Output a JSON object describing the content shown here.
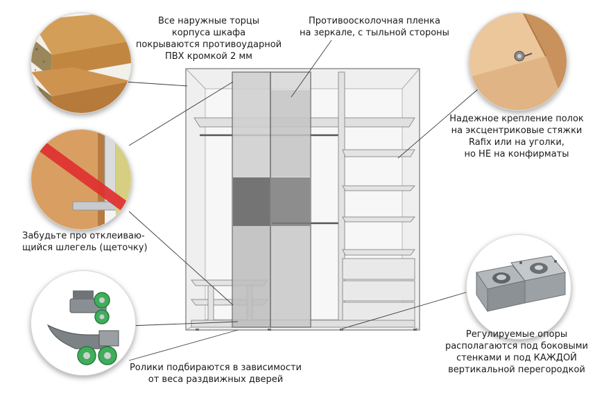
{
  "captions": {
    "edge_banding": "Все наружные торцы\nкорпуса шкафа\nпокрываются противоударной\nПВХ кромкой 2 мм",
    "mirror_film": "Противоосколочная пленка\nна зеркале, с тыльной стороны",
    "shelf_fixing": "Надежное крепление полок\nна эксцентриковые стяжки\nRafix или на уголки,\nно НЕ на конфирматы",
    "brush_seal": "Забудьте про отклеиваю-\nщийся шлегель (щеточку)",
    "rollers": "Ролики подбираются в зависимости\nот веса раздвижных дверей",
    "supports": "Регулируемые опоры\nрасполагаются под боковыми\nстенками и под КАЖДОЙ\nвертикальной перегородкой"
  },
  "colors": {
    "wood_light": "#d9a766",
    "wood_dark": "#b5773a",
    "chipboard": "#a08a5c",
    "wardrobe_frame": "#9e9e9e",
    "wardrobe_fill": "#eeeeee",
    "door_dark": "#5a5a5a",
    "door_light": "#c7c7c7",
    "prohibition_red": "#e0302f",
    "roller_green": "#3fae5a",
    "support_gray": "#9ea3a8",
    "leader_line": "#333333"
  }
}
